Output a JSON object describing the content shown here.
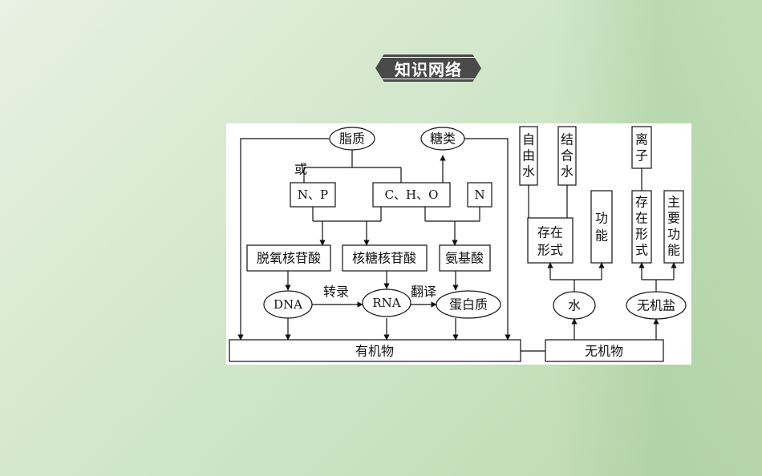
{
  "banner": {
    "title": "知识网络"
  },
  "organic": {
    "lipid": "脂质",
    "sugar": "糖类",
    "or": "或",
    "np": "N、P",
    "cho": "C、H、O",
    "n": "N",
    "deoxynucleotide": "脱氧核苷酸",
    "ribonucleotide": "核糖核苷酸",
    "amino_acid": "氨基酸",
    "dna": "DNA",
    "rna": "RNA",
    "protein": "蛋白质",
    "transcription": "转录",
    "translation": "翻译",
    "organic_matter": "有机物"
  },
  "inorganic": {
    "free_water": [
      "自",
      "由",
      "水"
    ],
    "bound_water": [
      "结",
      "合",
      "水"
    ],
    "existence_form_water": [
      "存在",
      "形式"
    ],
    "function_water": [
      "功",
      "能"
    ],
    "water": "水",
    "ion": [
      "离",
      "子"
    ],
    "existence_form_salt": [
      "存",
      "在",
      "形",
      "式"
    ],
    "main_function": [
      "主",
      "要",
      "功",
      "能"
    ],
    "inorganic_salt": "无机盐",
    "inorganic_matter": "无机物"
  }
}
